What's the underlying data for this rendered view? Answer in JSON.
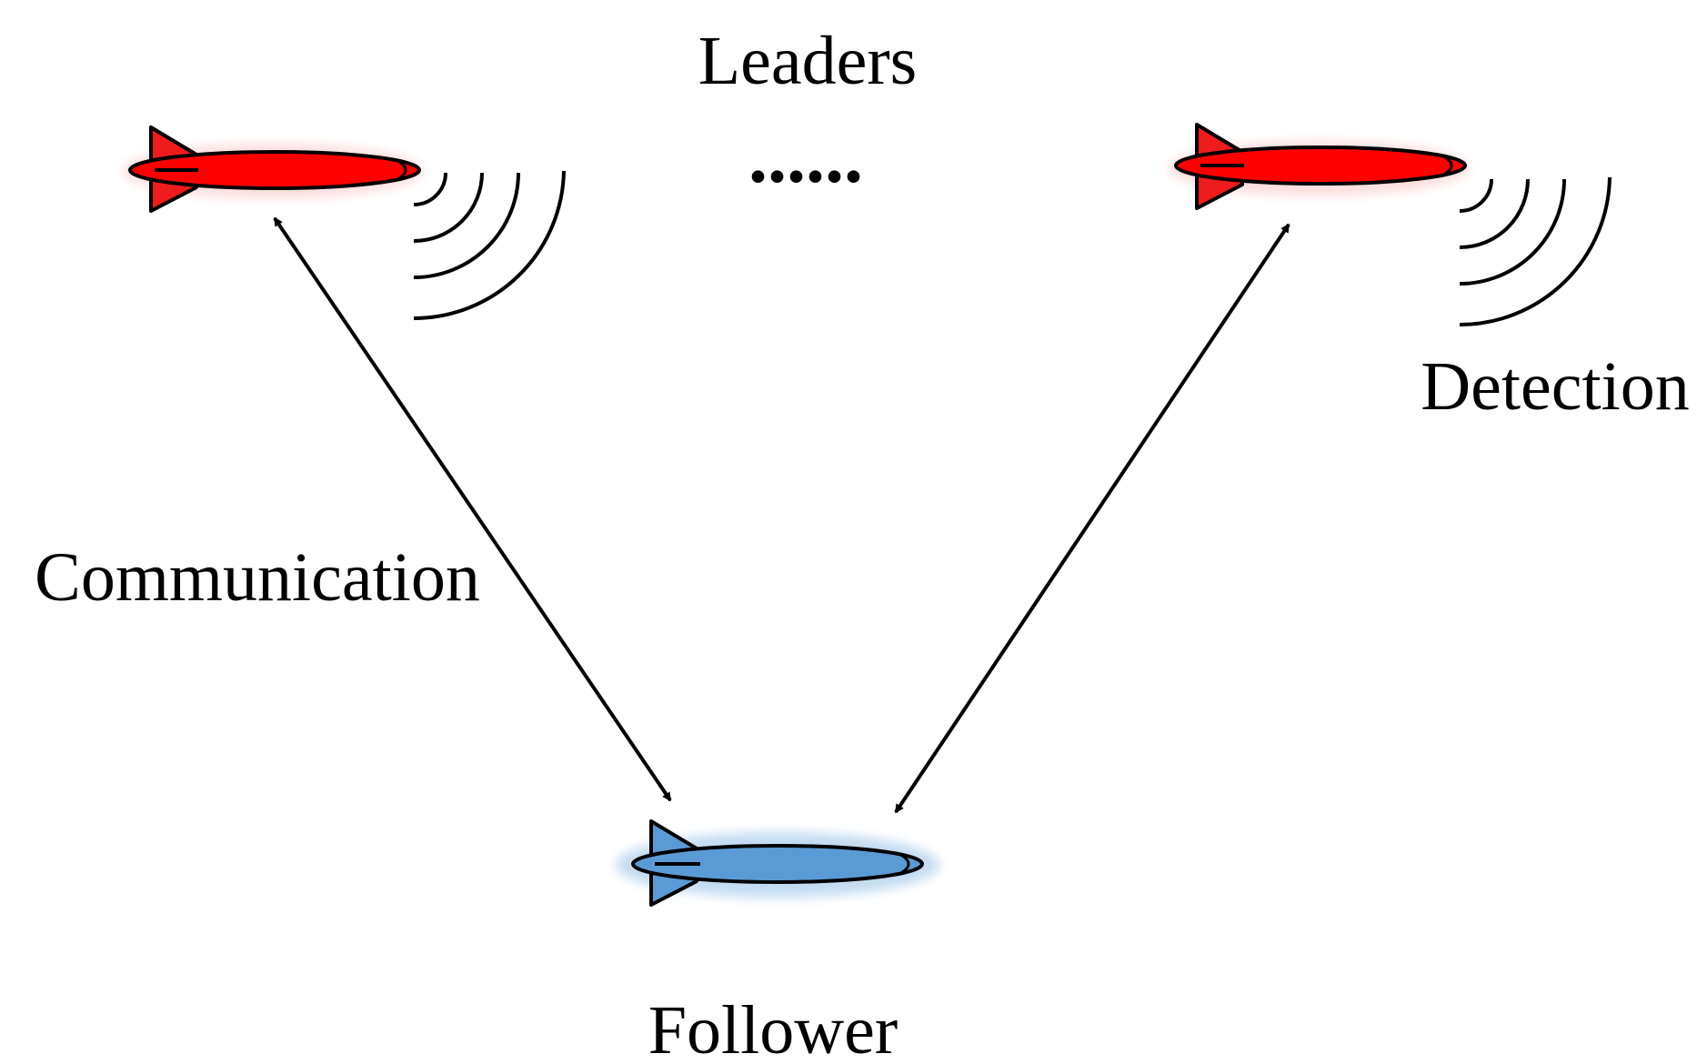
{
  "labels": {
    "leaders": "Leaders",
    "ellipsis": "......",
    "detection": "Detection",
    "communication": "Communication",
    "follower": "Follower"
  },
  "colors": {
    "leader_body": "#ff0000",
    "follower_body": "#5b9bd5",
    "outline": "#000000",
    "glow_follower": "#bdd7ee",
    "glow_leader": "#f4b183"
  },
  "icons": {
    "leader_vehicle": "torpedo-icon",
    "follower_vehicle": "torpedo-icon",
    "signal": "sonar-wave-icon"
  }
}
